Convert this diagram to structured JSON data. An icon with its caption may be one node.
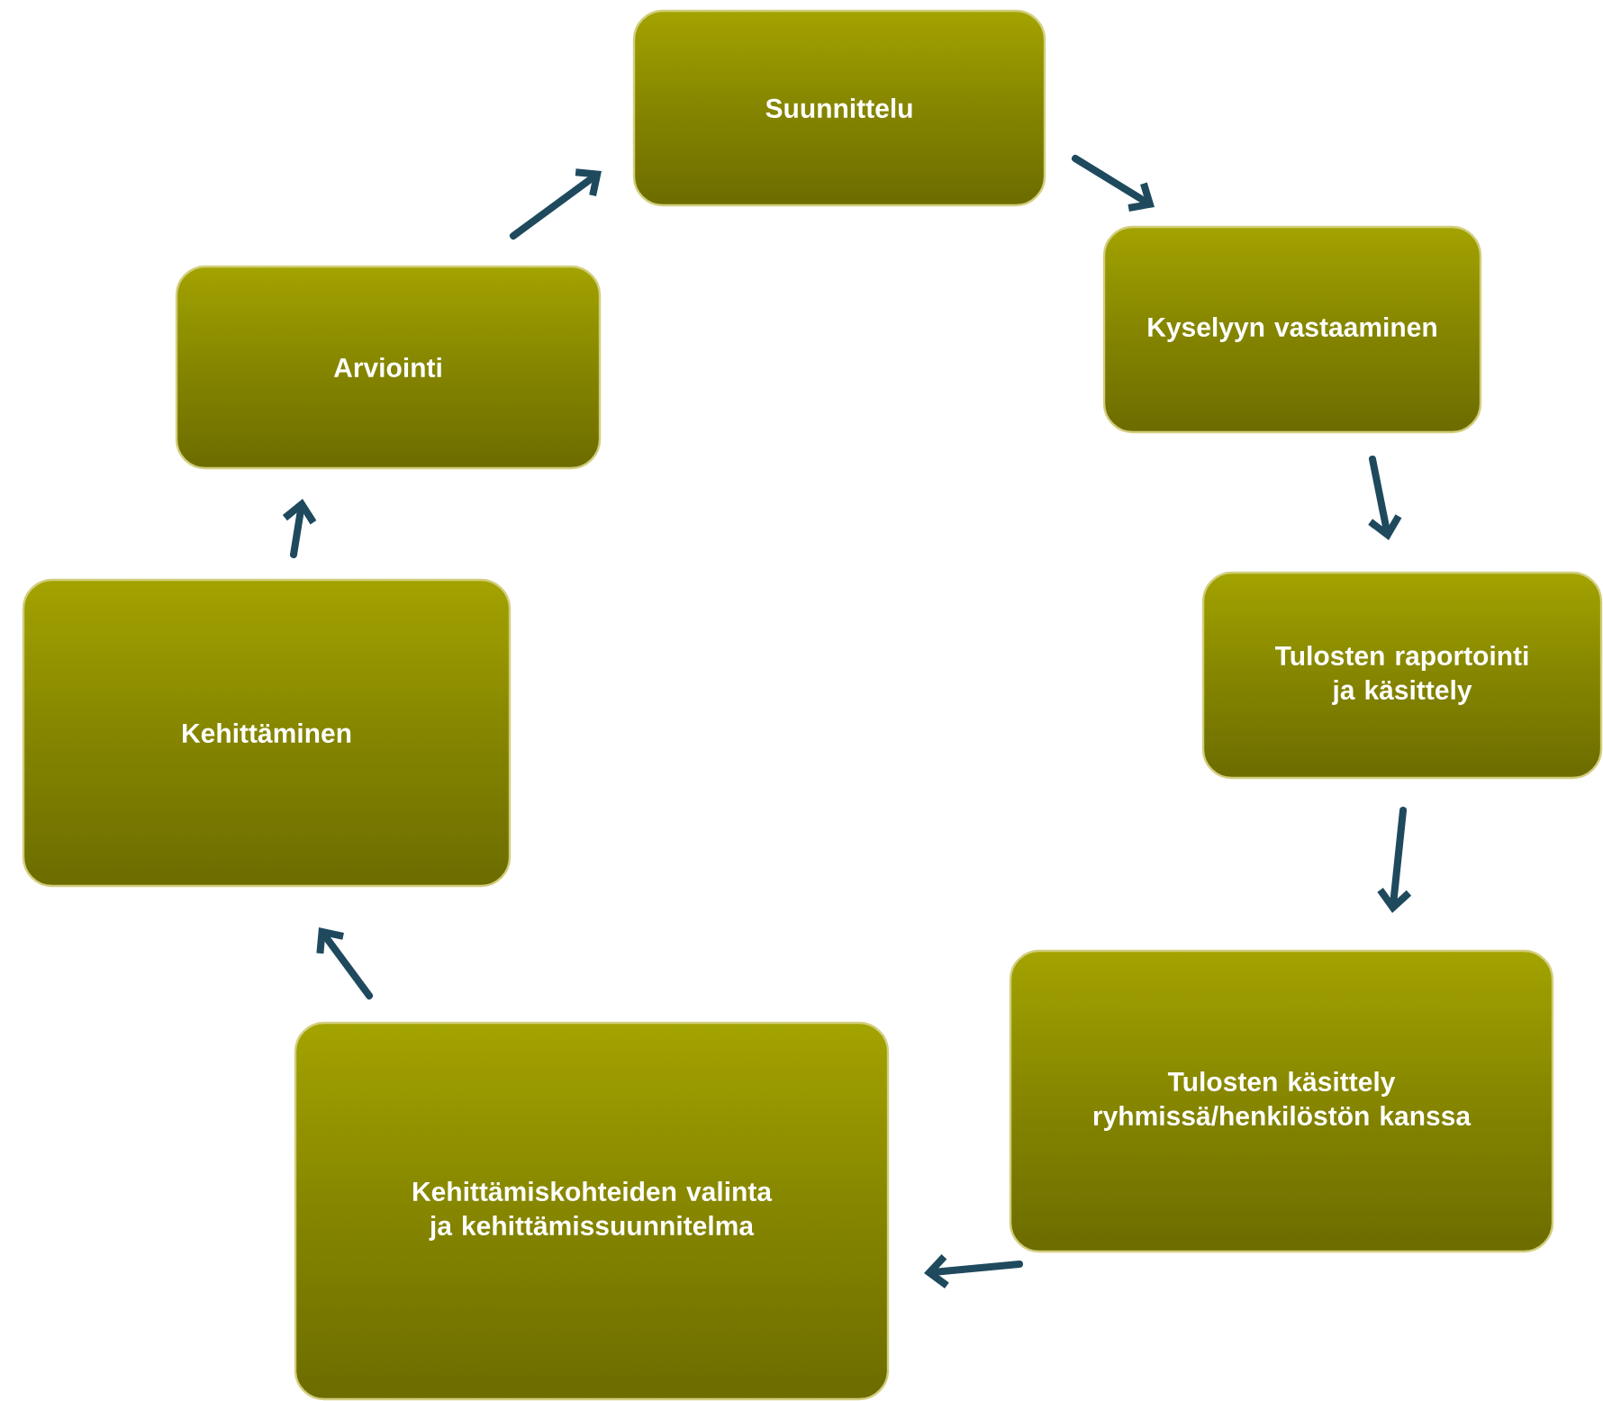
{
  "diagram": {
    "nodes": [
      {
        "text": [
          "Suunnittelu"
        ]
      },
      {
        "text": [
          "Kyselyyn vastaaminen"
        ]
      },
      {
        "text": [
          "Tulosten raportointi ja käsittely"
        ]
      },
      {
        "text": [
          "Tulosten käsittely ryhmissä/henkilöstön kanssa"
        ]
      },
      {
        "text": [
          "Kehittämiskohteiden valinta ja kehittämissuunnitelma"
        ]
      },
      {
        "text": [
          "Kehittäminen"
        ]
      },
      {
        "text": [
          "Arviointi"
        ]
      }
    ],
    "edges": [
      {
        "from": 0,
        "to": 1,
        "arrow": "to"
      },
      {
        "from": 1,
        "to": 2,
        "arrow": "to"
      },
      {
        "from": 2,
        "to": 3,
        "arrow": "to"
      },
      {
        "from": 3,
        "to": 4,
        "arrow": "to"
      },
      {
        "from": 4,
        "to": 5,
        "arrow": "to"
      },
      {
        "from": 5,
        "to": 6,
        "arrow": "to"
      },
      {
        "from": 6,
        "to": 0,
        "arrow": "to"
      }
    ]
  }
}
